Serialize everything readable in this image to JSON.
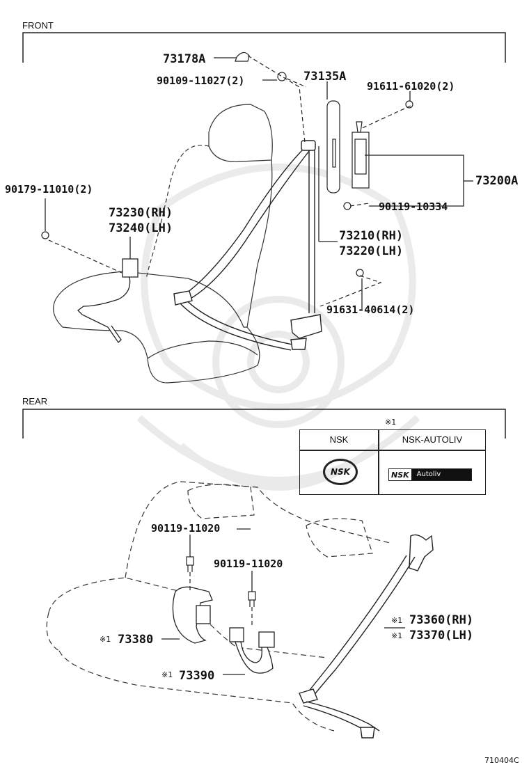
{
  "sections": {
    "front": "FRONT",
    "rear": "REAR"
  },
  "labels": {
    "p73178a": "73178A",
    "p90109": "90109-11027(2)",
    "p73135a": "73135A",
    "p91611": "91611-61020(2)",
    "p90179": "90179-11010(2)",
    "p73230": "73230(RH)",
    "p73240": "73240(LH)",
    "p73200a": "73200A",
    "p90119_10334": "90119-10334",
    "p73210": "73210(RH)",
    "p73220": "73220(LH)",
    "p91631": "91631-40614(2)",
    "p90119_11020a": "90119-11020",
    "p90119_11020b": "90119-11020",
    "p73360": "73360(RH)",
    "p73370": "73370(LH)",
    "p73380": "73380",
    "p73390": "73390"
  },
  "note_mark": "※1",
  "table": {
    "header_left": "NSK",
    "header_right": "NSK-AUTOLIV",
    "logo_left": "NSK",
    "logo_right_a": "NSK",
    "logo_right_b": "Autoliv"
  },
  "diagram_code": "710404C"
}
